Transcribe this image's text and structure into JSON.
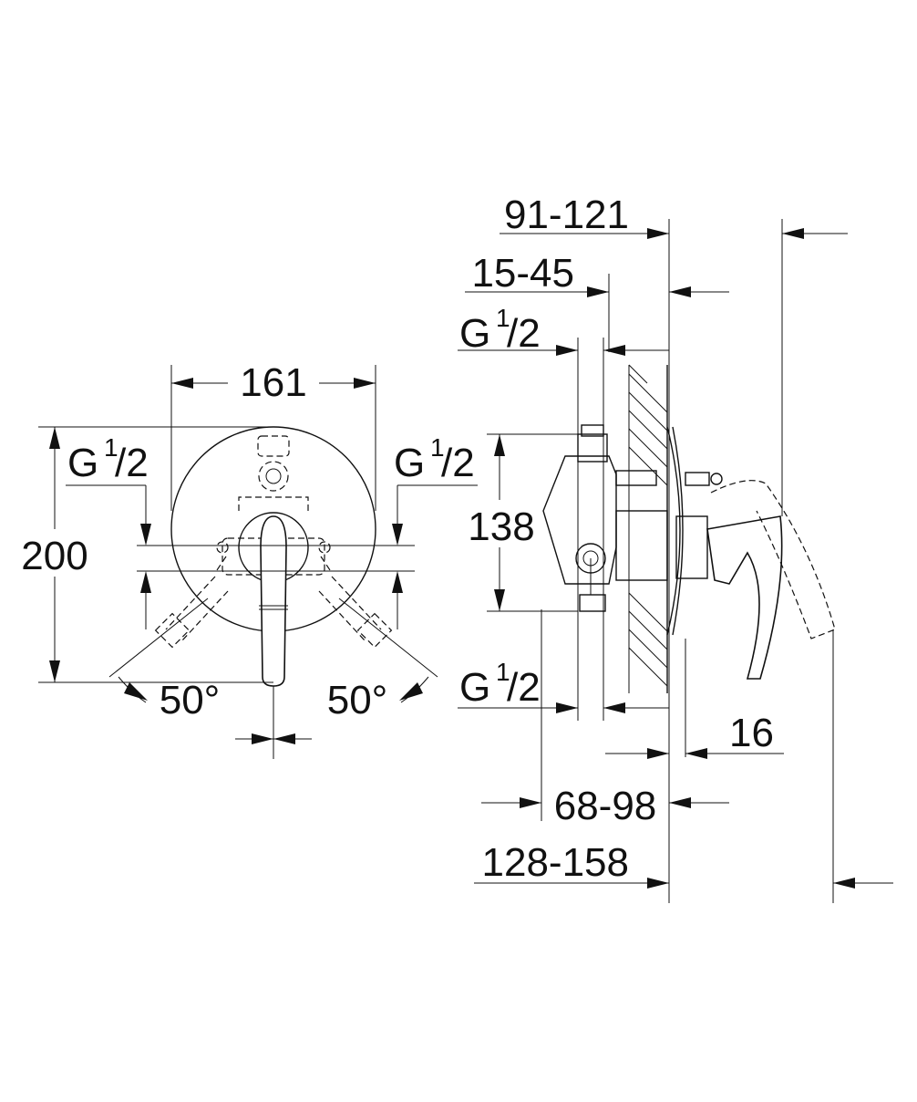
{
  "front_view": {
    "width_dim": "161",
    "height_dim": "200",
    "thread_left": {
      "letter": "G",
      "num": "1",
      "slash_den": "/2"
    },
    "thread_right": {
      "letter": "G",
      "num": "1",
      "slash_den": "/2"
    },
    "angle_left": "50°",
    "angle_right": "50°"
  },
  "side_view": {
    "dim_total_depth": "91-121",
    "dim_wall_range": "15-45",
    "thread_top": {
      "letter": "G",
      "num": "1",
      "slash_den": "/2"
    },
    "dim_height": "138",
    "thread_bottom": {
      "letter": "G",
      "num": "1",
      "slash_den": "/2"
    },
    "dim_plate": "16",
    "dim_body": "68-98",
    "dim_overall": "128-158"
  }
}
